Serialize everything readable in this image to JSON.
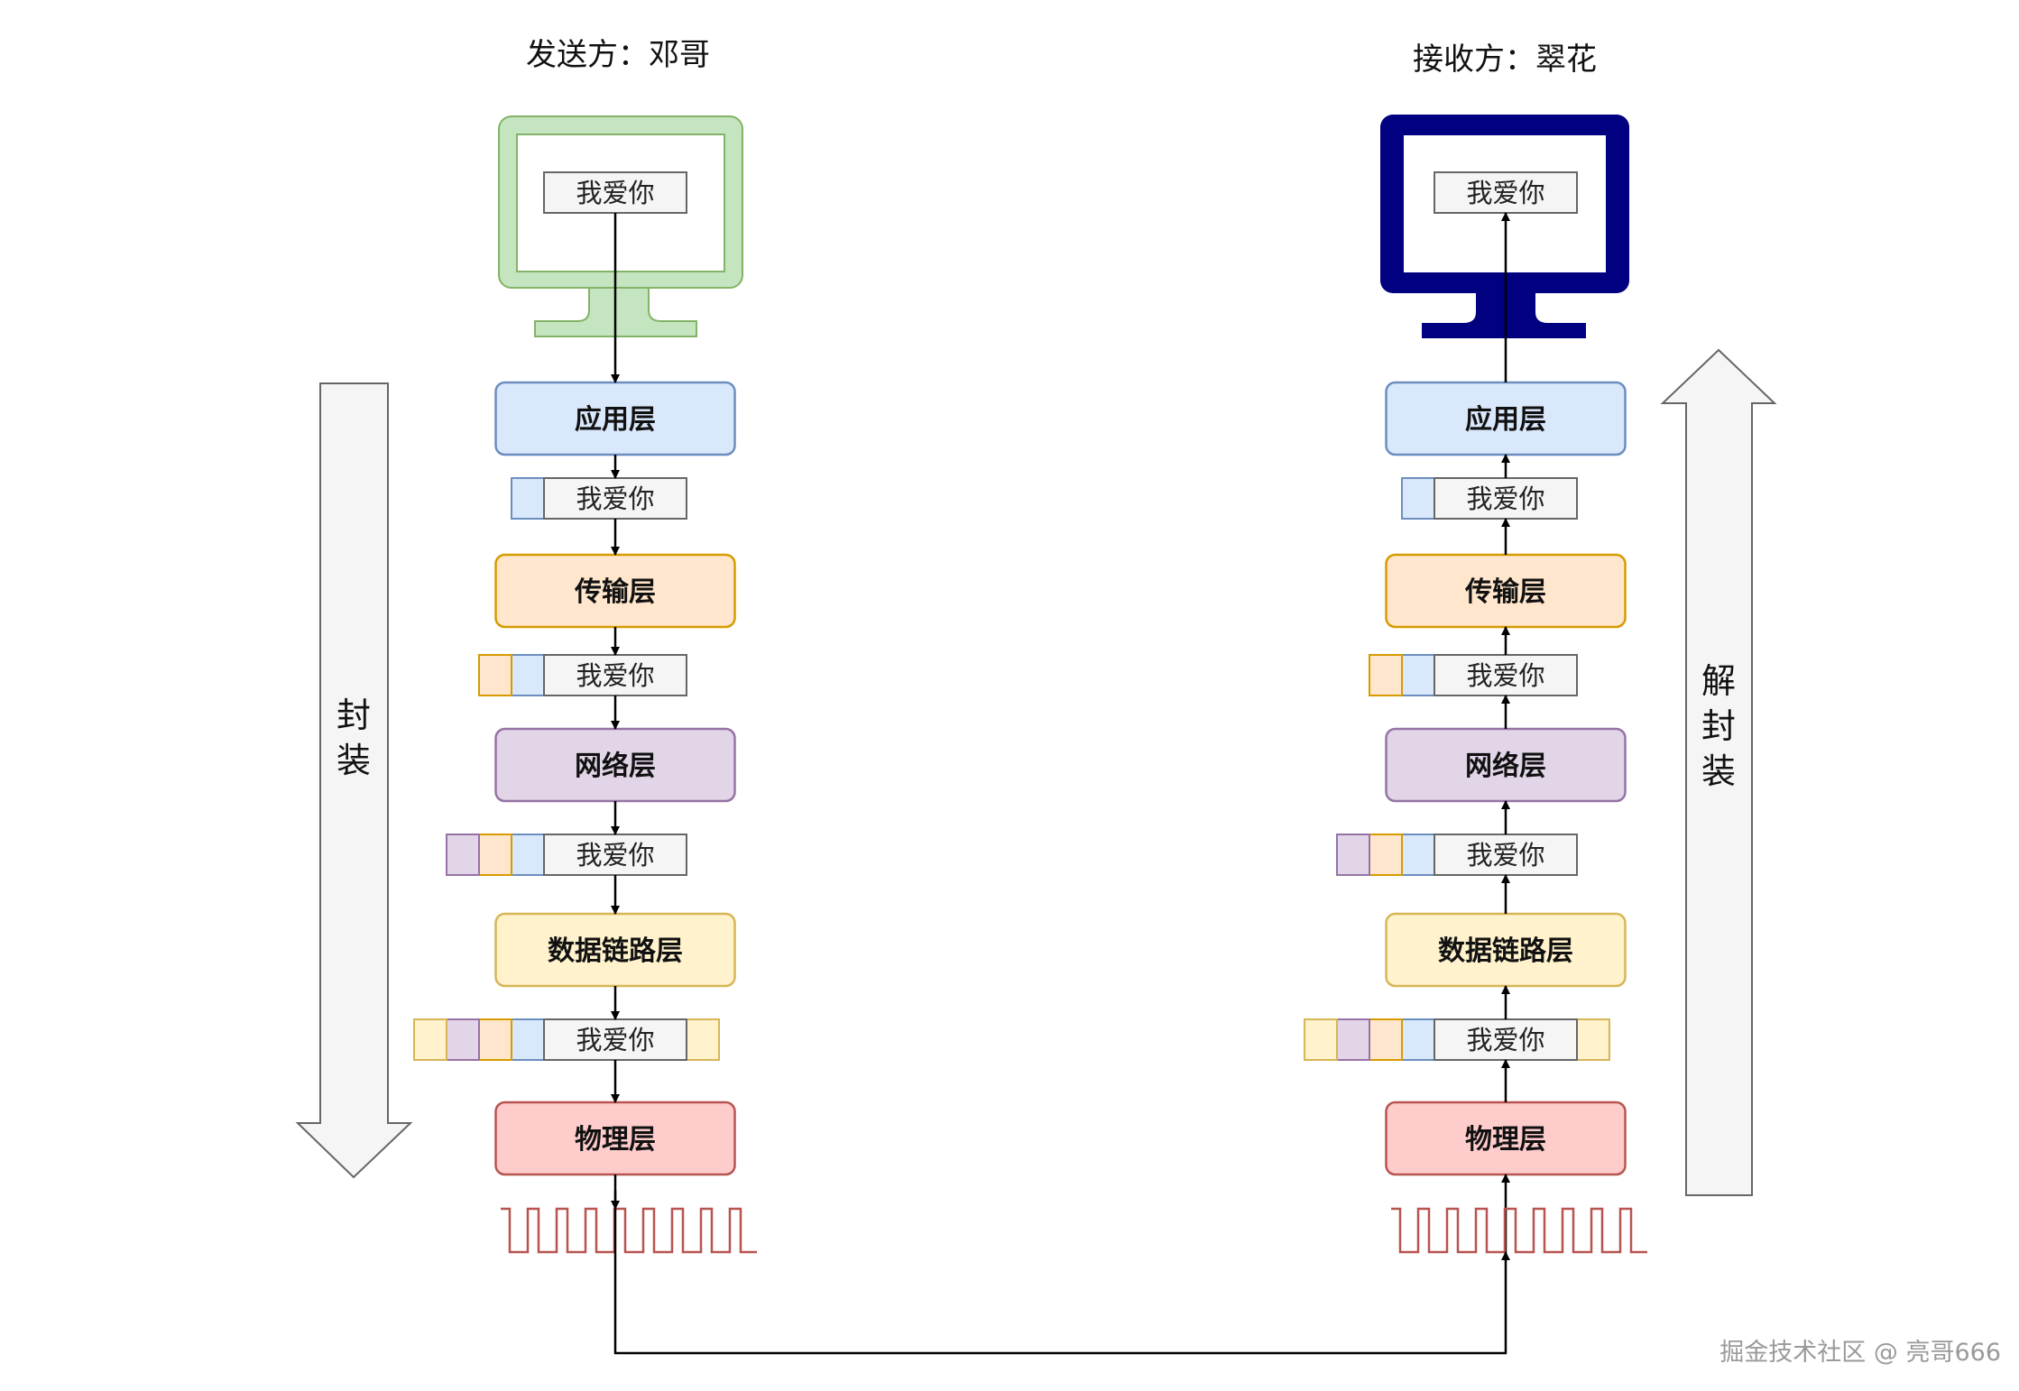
{
  "sender": {
    "title": "发送方：邓哥",
    "screen_text": "我爱你"
  },
  "receiver": {
    "title": "接收方：翠花",
    "screen_text": "我爱你"
  },
  "layers": [
    {
      "id": "application",
      "label": "应用层",
      "fill": "#dae8fc",
      "stroke": "#6c8ebf"
    },
    {
      "id": "transport",
      "label": "传输层",
      "fill": "#ffe6cc",
      "stroke": "#d79b00"
    },
    {
      "id": "network",
      "label": "网络层",
      "fill": "#e1d5e7",
      "stroke": "#9673a6"
    },
    {
      "id": "datalink",
      "label": "数据链路层",
      "fill": "#fff2cc",
      "stroke": "#d6b656"
    },
    {
      "id": "physical",
      "label": "物理层",
      "fill": "#ffcccc",
      "stroke": "#b85450"
    }
  ],
  "packet_text": "我爱你",
  "encapsulate_label": "封装",
  "decapsulate_label": "解封装",
  "colors": {
    "sender_monitor": "#c5e4c0",
    "sender_monitor_stroke": "#82b366",
    "receiver_monitor": "#000080",
    "payload_fill": "#f5f5f5",
    "payload_stroke": "#666666",
    "signal": "#b85450",
    "big_arrow_fill": "#f5f5f5",
    "big_arrow_stroke": "#666666"
  },
  "watermark": "掘金技术社区 @ 亮哥666"
}
